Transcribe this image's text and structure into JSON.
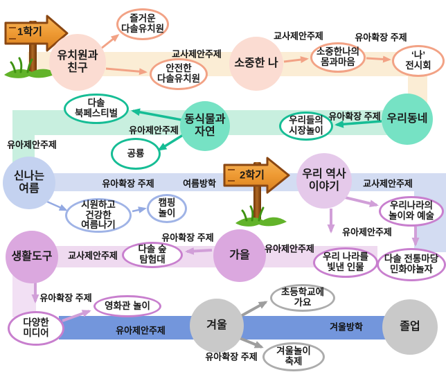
{
  "diagram": {
    "semester_signs": [
      {
        "label": "1학기"
      },
      {
        "label": "2학기"
      }
    ],
    "themes": {
      "kindergarten_friends": "유치원과\n친구",
      "precious_me": "소중한 나",
      "animals_plants_nature": "동식물과\n자연",
      "our_town": "우리동네",
      "exciting_summer": "신나는\n여름",
      "our_history_story": "우리 역사\n이야기",
      "daily_tools": "생활도구",
      "autumn": "가을",
      "winter": "겨울",
      "graduation": "졸업"
    },
    "subtopics": {
      "fun_dasol_kindergarten": "즐거운\n다솔유치원",
      "safe_dasol_kindergarten": "안전한\n다솔유치원",
      "precious_body_mind": "소중한나의\n몸과마음",
      "me_exhibition": "‘나’\n전시회",
      "dasol_book_festival": "다솔\n북페스티벌",
      "dinosaur": "공룡",
      "our_market_play": "우리들의\n시장놀이",
      "cool_healthy_summer": "시원하고\n건강한\n여름나기",
      "camping_play": "캠핑\n놀이",
      "korean_play_and_art": "우리나라의\n놀이와 예술",
      "dasol_forest_explorers": "다솔 숲\n탐험대",
      "great_korean_figures": "우리 나라를\n빛낸 인물",
      "dasol_folk_painting": "다솔 전통마당\n민화야놀자",
      "various_media": "다양한\n미디어",
      "cinema_play": "영화관 놀이",
      "go_to_elementary_school": "초등학교에\n가요",
      "winter_play_festival": "겨울놀이\n축제"
    },
    "flow_labels": {
      "teacher_suggested_topic": "교사제안주제",
      "child_suggested_topic": "유아제안주제",
      "child_extension_topic": "유아확장 주제",
      "summer_vacation": "여름방학",
      "winter_vacation": "겨울방학"
    },
    "colors": {
      "semester1_band": "#fbedd5",
      "semester1_node": "#fbdcd2",
      "semester1_accent": "#f2a285",
      "nature_band": "#c8efdf",
      "nature_node": "#76e2c4",
      "nature_accent": "#16bd95",
      "summer_band": "#d3dcf2",
      "summer_node": "#c4d2f0",
      "summer_accent": "#93a9e2",
      "history_node": "#e5c9ea",
      "autumn_band": "#efdaf0",
      "autumn_node": "#dba8df",
      "autumn_accent": "#c87fce",
      "winter_band": "#7396dc",
      "winter_node": "#c9c9c9",
      "winter_accent": "#acacac",
      "sign_board": "#ee9a33",
      "text": "#1a1a1a"
    }
  }
}
